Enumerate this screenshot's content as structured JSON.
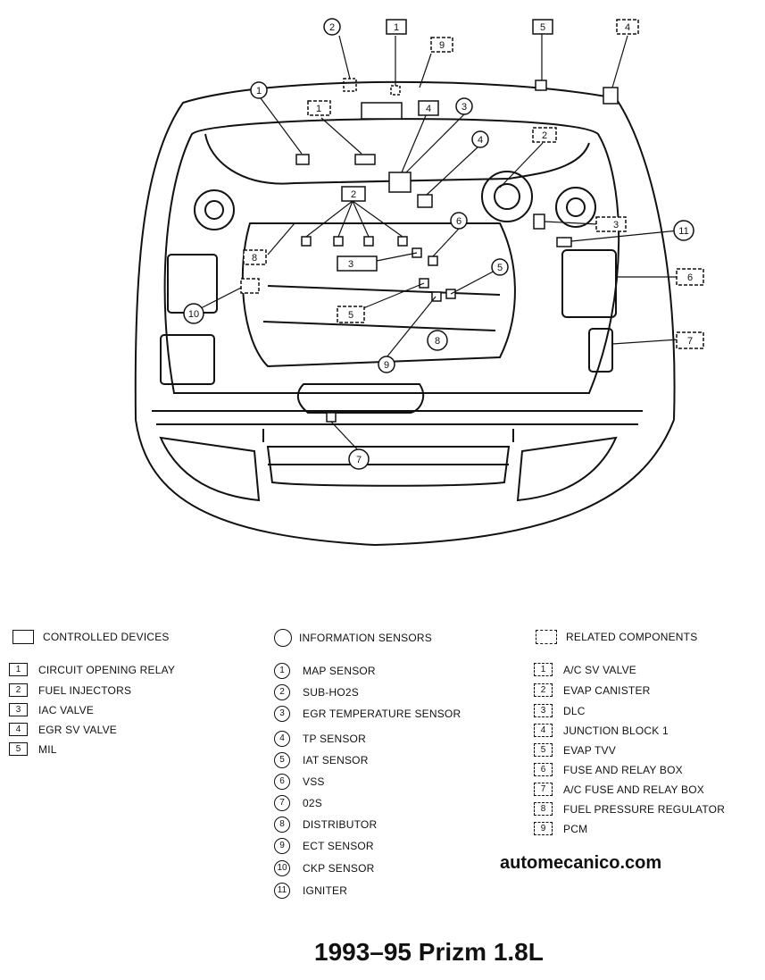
{
  "callouts": {
    "relay1_top": "1",
    "mil5_top": "5",
    "egrsv4_top": "4",
    "dlc9_top": "9",
    "subho2s2_top": "2",
    "map1": "1",
    "acsv1": "1",
    "egrsv4": "4",
    "egrtemp3": "3",
    "tp4": "4",
    "evap2": "2",
    "inj2": "2",
    "ckp6": "6",
    "dlc3": "3",
    "ign11": "11",
    "fpr8": "8",
    "iac3": "3",
    "iat5": "5",
    "evtvv5": "5",
    "fuse6": "6",
    "dist8": "8",
    "ckp10": "10",
    "ect9": "9",
    "acfuse7": "7",
    "o2s7": "7"
  },
  "legend": {
    "controlled": {
      "header": "CONTROLLED DEVICES",
      "items": [
        {
          "num": "1",
          "label": "CIRCUIT OPENING RELAY"
        },
        {
          "num": "2",
          "label": "FUEL INJECTORS"
        },
        {
          "num": "3",
          "label": "IAC VALVE"
        },
        {
          "num": "4",
          "label": "EGR SV VALVE"
        },
        {
          "num": "5",
          "label": "MIL"
        }
      ]
    },
    "sensors": {
      "header": "INFORMATION SENSORS",
      "items": [
        {
          "num": "1",
          "label": "MAP SENSOR"
        },
        {
          "num": "2",
          "label": "SUB-HO2S"
        },
        {
          "num": "3",
          "label": "EGR TEMPERATURE SENSOR"
        },
        {
          "num": "4",
          "label": "TP SENSOR"
        },
        {
          "num": "5",
          "label": "IAT SENSOR"
        },
        {
          "num": "6",
          "label": "VSS"
        },
        {
          "num": "7",
          "label": "02S"
        },
        {
          "num": "8",
          "label": "DISTRIBUTOR"
        },
        {
          "num": "9",
          "label": "ECT SENSOR"
        },
        {
          "num": "10",
          "label": "CKP SENSOR"
        },
        {
          "num": "11",
          "label": "IGNITER"
        }
      ]
    },
    "related": {
      "header": "RELATED COMPONENTS",
      "items": [
        {
          "num": "1",
          "label": "A/C SV VALVE"
        },
        {
          "num": "2",
          "label": "EVAP CANISTER"
        },
        {
          "num": "3",
          "label": "DLC"
        },
        {
          "num": "4",
          "label": "JUNCTION BLOCK 1"
        },
        {
          "num": "5",
          "label": "EVAP TVV"
        },
        {
          "num": "6",
          "label": "FUSE AND RELAY BOX"
        },
        {
          "num": "7",
          "label": "A/C FUSE AND RELAY BOX"
        },
        {
          "num": "8",
          "label": "FUEL PRESSURE REGULATOR"
        },
        {
          "num": "9",
          "label": "PCM"
        }
      ]
    }
  },
  "website": "automecanico.com",
  "title": "1993–95 Prizm 1.8L"
}
